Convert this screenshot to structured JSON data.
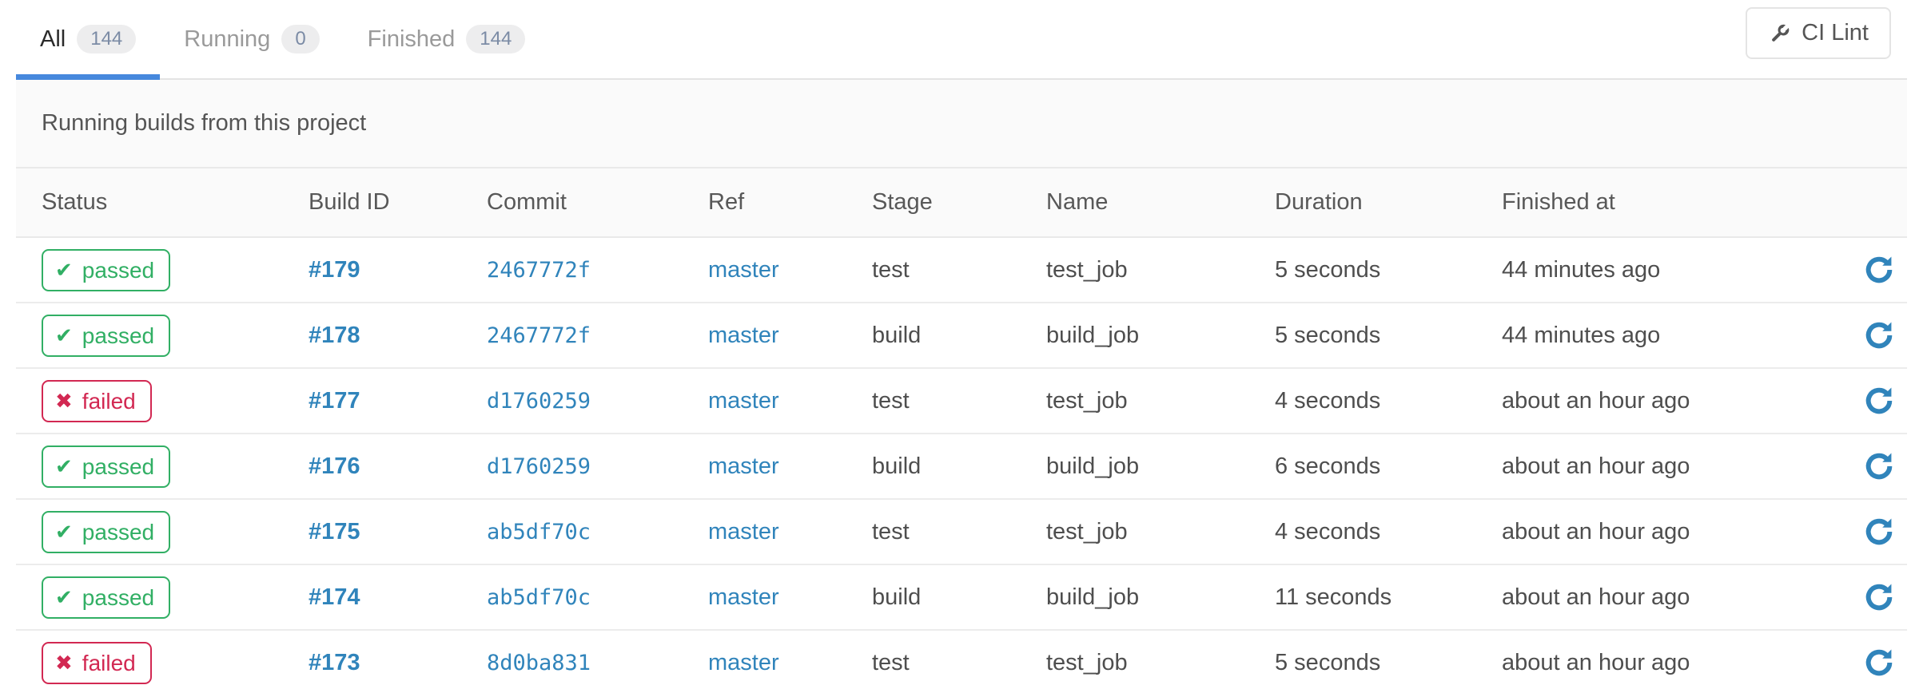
{
  "tabs": [
    {
      "label": "All",
      "count": "144",
      "active": true
    },
    {
      "label": "Running",
      "count": "0",
      "active": false
    },
    {
      "label": "Finished",
      "count": "144",
      "active": false
    }
  ],
  "toolbar": {
    "ci_lint_label": "CI Lint"
  },
  "panel": {
    "message": "Running builds from this project"
  },
  "table": {
    "headers": [
      "Status",
      "Build ID",
      "Commit",
      "Ref",
      "Stage",
      "Name",
      "Duration",
      "Finished at"
    ],
    "rows": [
      {
        "status": "passed",
        "build_id": "#179",
        "commit": "2467772f",
        "ref": "master",
        "stage": "test",
        "name": "test_job",
        "duration": "5 seconds",
        "finished_at": "44 minutes ago"
      },
      {
        "status": "passed",
        "build_id": "#178",
        "commit": "2467772f",
        "ref": "master",
        "stage": "build",
        "name": "build_job",
        "duration": "5 seconds",
        "finished_at": "44 minutes ago"
      },
      {
        "status": "failed",
        "build_id": "#177",
        "commit": "d1760259",
        "ref": "master",
        "stage": "test",
        "name": "test_job",
        "duration": "4 seconds",
        "finished_at": "about an hour ago"
      },
      {
        "status": "passed",
        "build_id": "#176",
        "commit": "d1760259",
        "ref": "master",
        "stage": "build",
        "name": "build_job",
        "duration": "6 seconds",
        "finished_at": "about an hour ago"
      },
      {
        "status": "passed",
        "build_id": "#175",
        "commit": "ab5df70c",
        "ref": "master",
        "stage": "test",
        "name": "test_job",
        "duration": "4 seconds",
        "finished_at": "about an hour ago"
      },
      {
        "status": "passed",
        "build_id": "#174",
        "commit": "ab5df70c",
        "ref": "master",
        "stage": "build",
        "name": "build_job",
        "duration": "11 seconds",
        "finished_at": "about an hour ago"
      },
      {
        "status": "failed",
        "build_id": "#173",
        "commit": "8d0ba831",
        "ref": "master",
        "stage": "test",
        "name": "test_job",
        "duration": "5 seconds",
        "finished_at": "about an hour ago"
      }
    ]
  },
  "icons": {
    "passed": "✔",
    "failed": "✖",
    "wrench": "wrench-icon",
    "retry": "retry-icon"
  },
  "colors": {
    "link_blue": "#3084bb",
    "success_green": "#31af64",
    "failed_red": "#d22852",
    "active_tab_blue": "#4688dd",
    "panel_bg": "#fafafa"
  }
}
